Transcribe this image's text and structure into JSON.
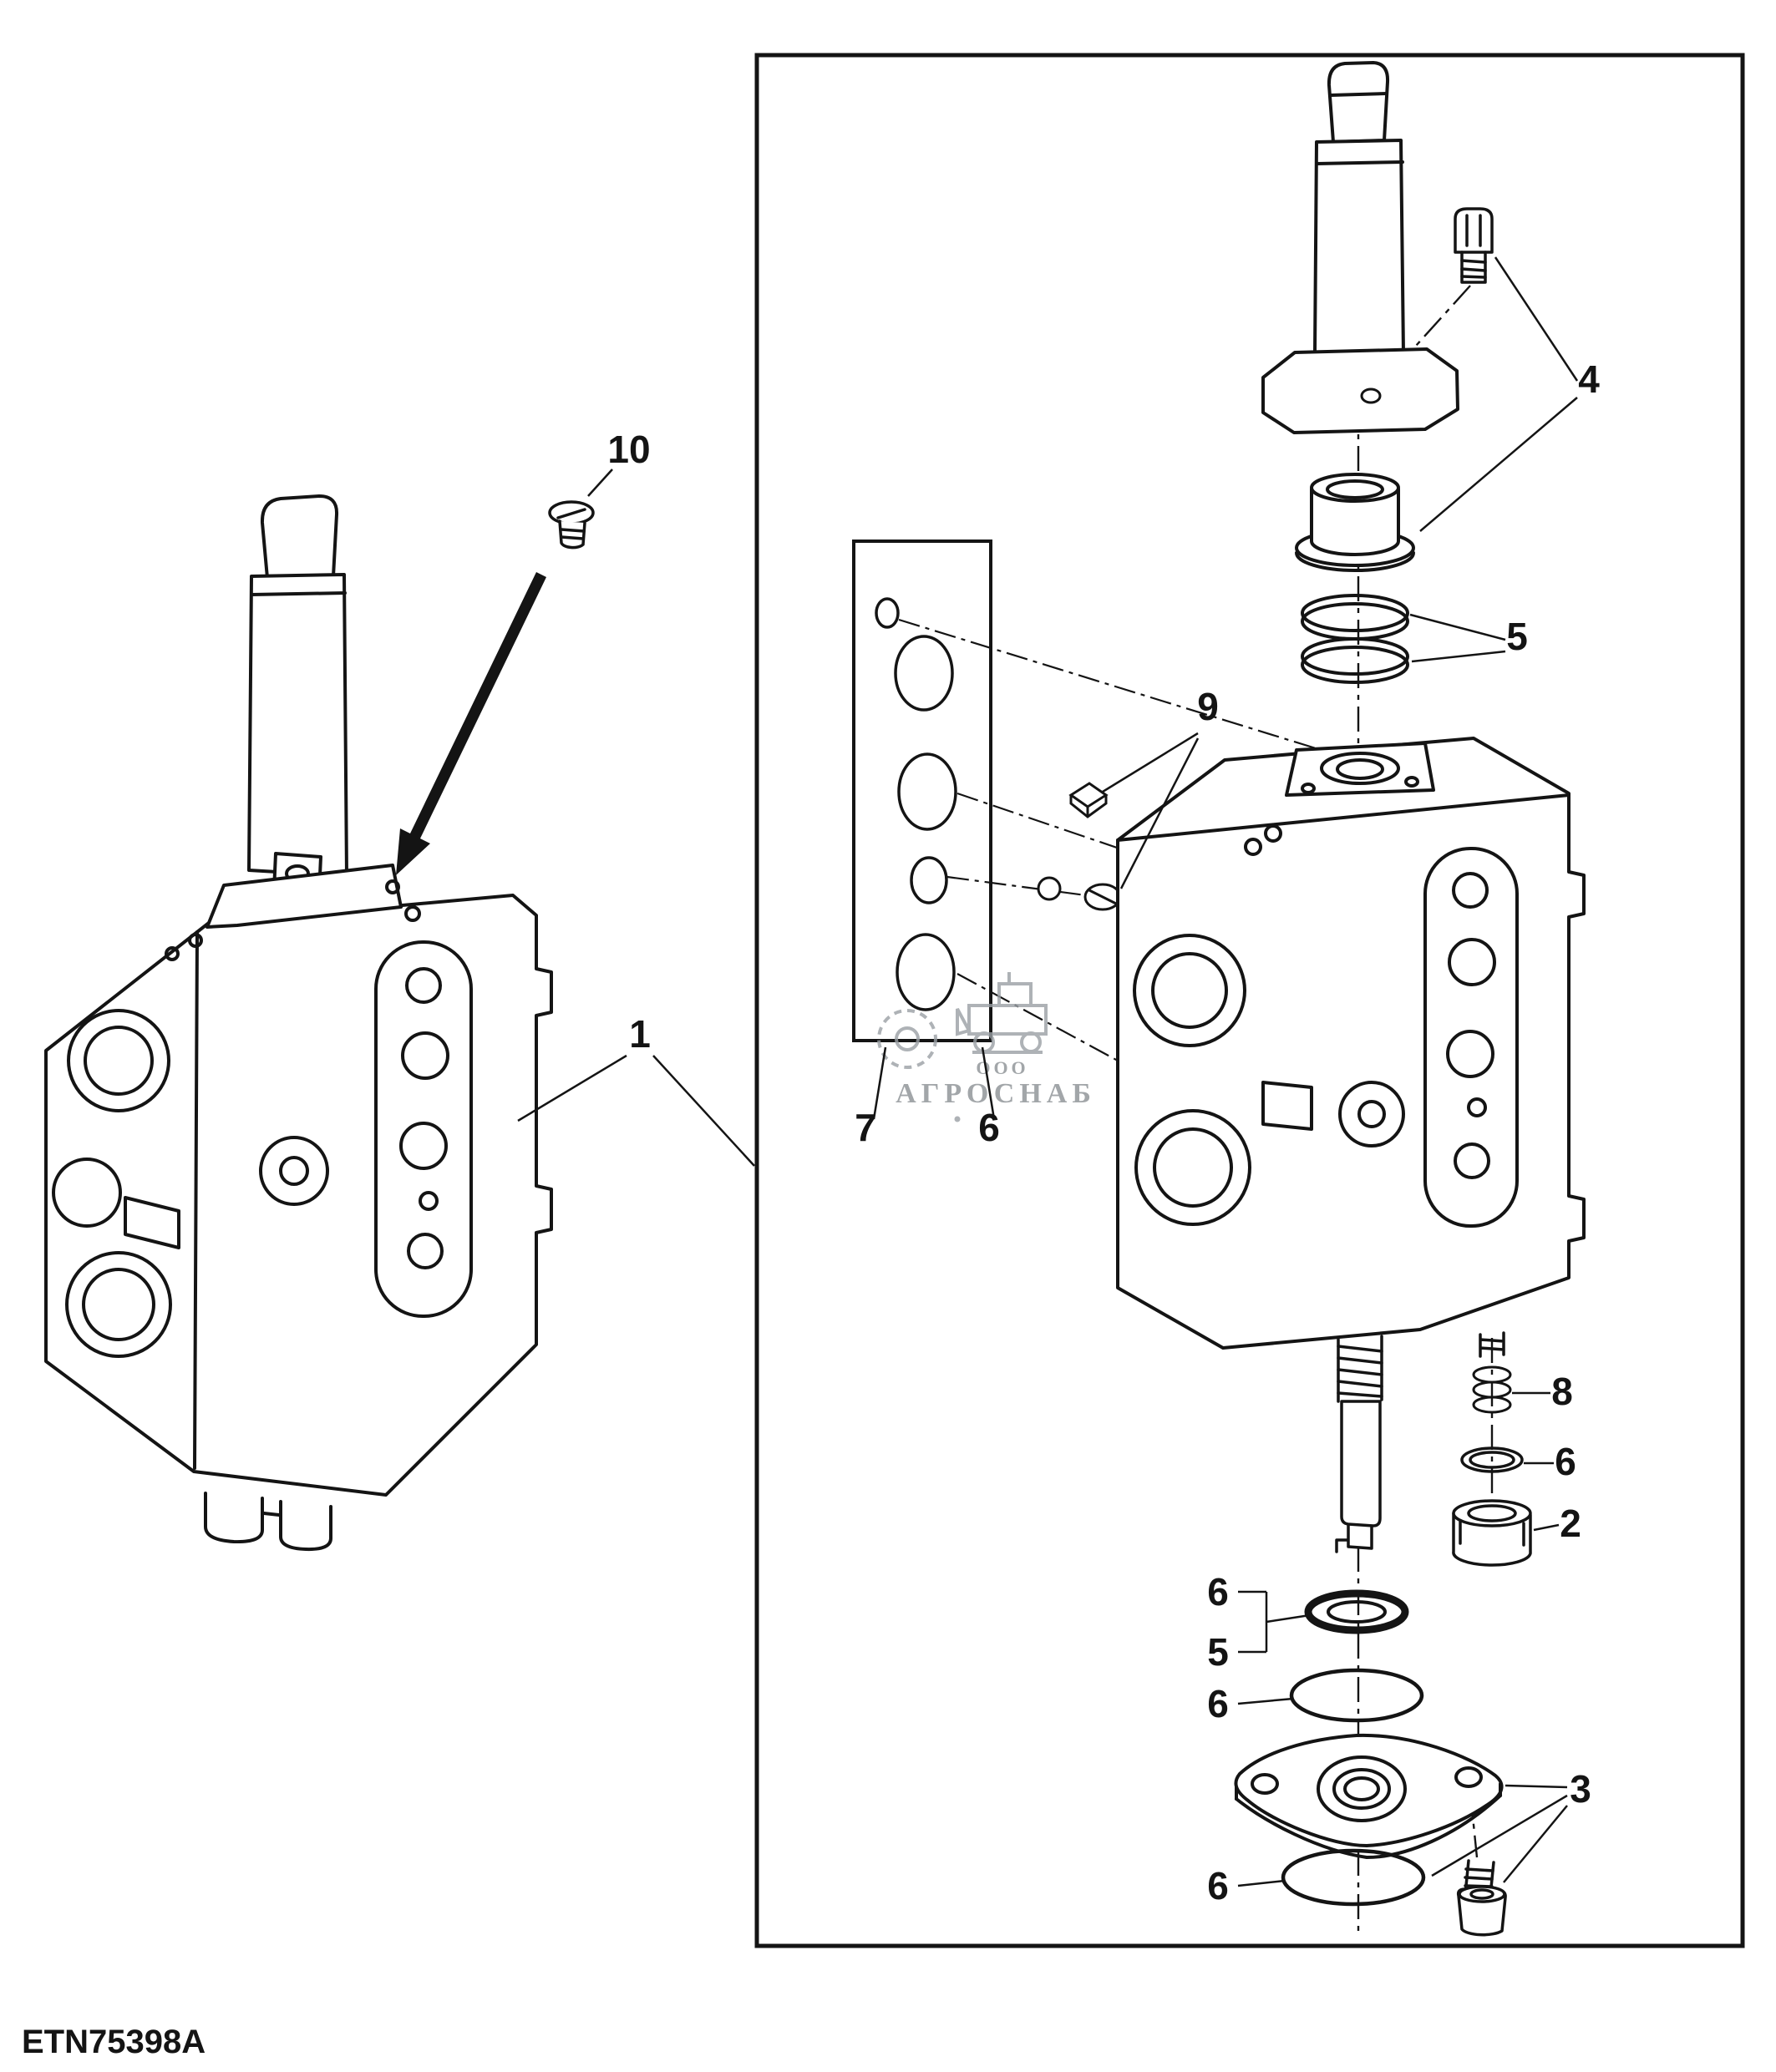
{
  "diagram": {
    "drawing_code": "ETN75398A",
    "watermark": {
      "org_type": "ООО",
      "name": "АГРОСНАБ"
    },
    "callouts": {
      "c1": "1",
      "c2": "2",
      "c3": "3",
      "c4": "4",
      "c5a": "5",
      "c5b": "5",
      "c6a": "6",
      "c6b": "6",
      "c6c": "6",
      "c6d": "6",
      "c6e": "6",
      "c7": "7",
      "c8": "8",
      "c9": "9",
      "c10": "10"
    }
  }
}
